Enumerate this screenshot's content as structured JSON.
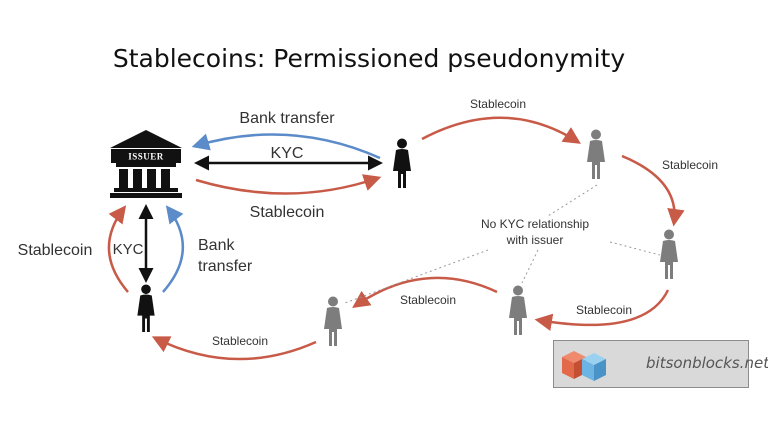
{
  "title": "Stablecoins: Permissioned pseudonymity",
  "issuer": {
    "sign": "ISSUER"
  },
  "labels": {
    "bank_transfer_top": "Bank transfer",
    "kyc_top": "KYC",
    "stablecoin_bottom": "Stablecoin",
    "kyc_left": "KYC",
    "stablecoin_left": "Stablecoin",
    "bank_transfer_left_line1": "Bank",
    "bank_transfer_left_line2": "transfer",
    "no_kyc_line1": "No KYC relationship",
    "no_kyc_line2": "with issuer",
    "stablecoin_a": "Stablecoin",
    "stablecoin_b": "Stablecoin",
    "stablecoin_c": "Stablecoin",
    "stablecoin_d": "Stablecoin",
    "stablecoin_e": "Stablecoin"
  },
  "logo": {
    "text": "bitsonblocks.net"
  },
  "colors": {
    "red_arrow": "#c85a48",
    "blue_arrow": "#5b8bc9",
    "black": "#111111",
    "gray_person": "#7d7d7d",
    "dotted_line": "#9a9a9a",
    "cube_red": "#e26a4b",
    "cube_blue": "#6cb4e3"
  }
}
